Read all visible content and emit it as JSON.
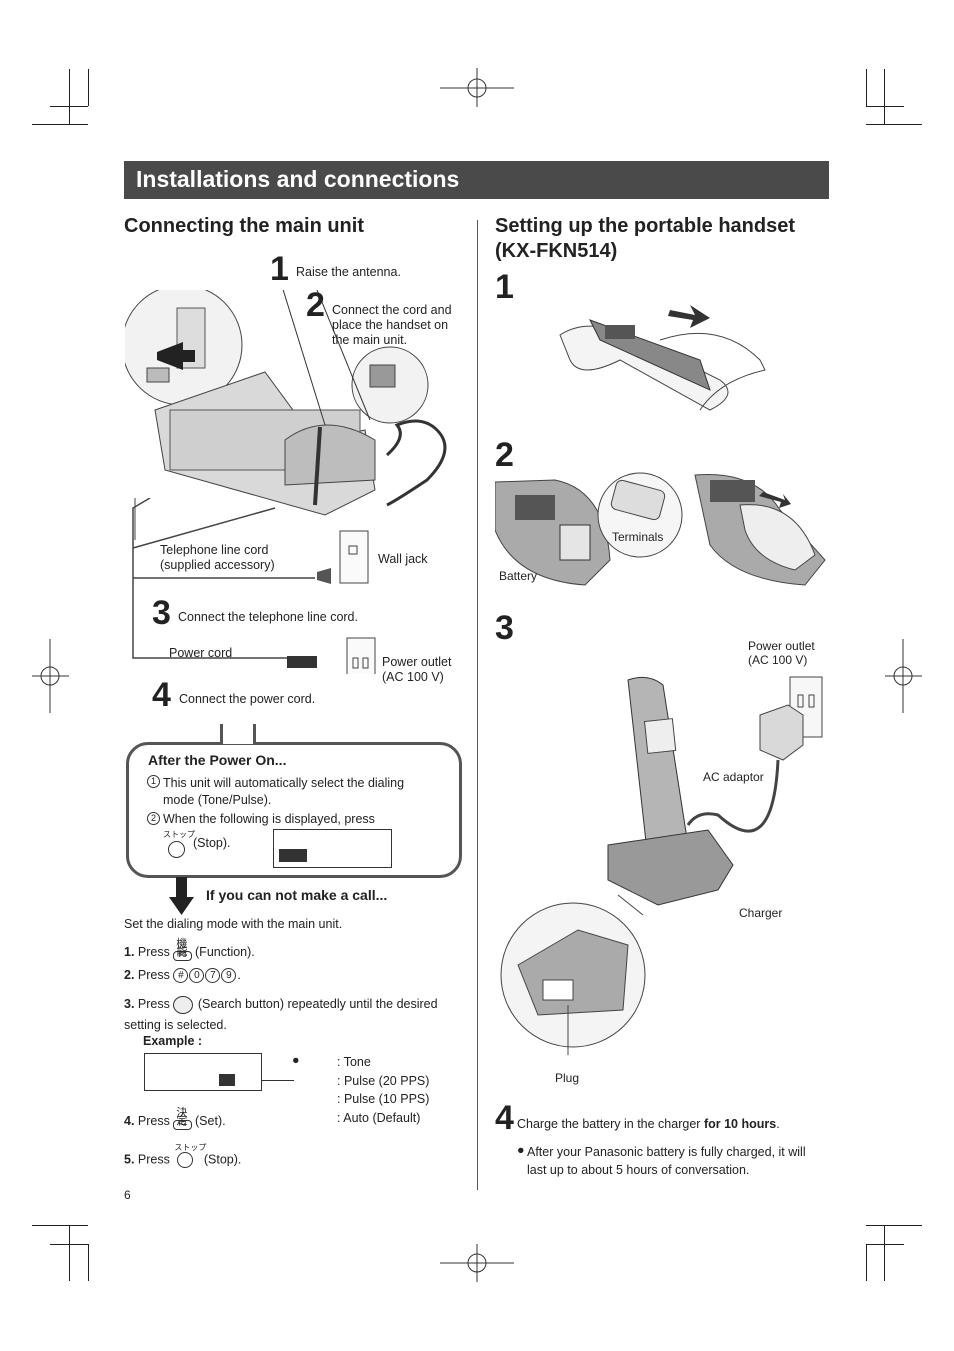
{
  "banner": {
    "title": "Installations and connections"
  },
  "left": {
    "heading": "Connecting the main unit",
    "steps": [
      {
        "num": "1",
        "text": "Raise the antenna."
      },
      {
        "num": "2",
        "text": "Connect the cord and place the handset on the main unit."
      },
      {
        "num": "3",
        "text": "Connect the telephone line cord."
      },
      {
        "num": "4",
        "text": "Connect the power cord."
      }
    ],
    "labels": {
      "telephone_line_cord": "Telephone line cord (supplied accessory)",
      "wall_jack": "Wall jack",
      "power_cord": "Power cord",
      "power_outlet": "Power outlet (AC 100 V)"
    },
    "after_power": {
      "title": "After the Power On...",
      "item1_num": "1",
      "item1": "This unit will automatically select the dialing mode (Tone/Pulse).",
      "item2_num": "2",
      "item2": "When the following is displayed, press",
      "stop_jp": "ストップ",
      "stop_label": "(Stop)."
    },
    "cannot_call": {
      "title": "If you can not make a call...",
      "intro": "Set the dialing mode with the main unit.",
      "step1_num": "1.",
      "step1_press": "Press",
      "step1_key_jp": "機能",
      "step1_key": "F3",
      "step1_after": "(Function).",
      "step2_num": "2.",
      "step2_press": "Press",
      "step2_keys": [
        "#",
        "0",
        "7",
        "9"
      ],
      "step2_after": ".",
      "step3_num": "3.",
      "step3_press": "Press",
      "step3_after": "(Search button) repeatedly until the desired setting is selected.",
      "example_label": "Example :",
      "bullet": "●",
      "options": [
        ": Tone",
        ": Pulse (20 PPS)",
        ": Pulse (10 PPS)",
        ": Auto (Default)"
      ],
      "step4_num": "4.",
      "step4_press": "Press",
      "step4_key_jp": "決定",
      "step4_key": "F3",
      "step4_after": "(Set).",
      "step5_num": "5.",
      "step5_press": "Press",
      "step5_key_jp": "ストップ",
      "step5_after": "(Stop)."
    }
  },
  "right": {
    "heading": "Setting up the portable handset (KX-FKN514)",
    "step_nums": [
      "1",
      "2",
      "3",
      "4"
    ],
    "labels": {
      "terminals": "Terminals",
      "battery": "Battery",
      "power_outlet": "Power outlet (AC 100 V)",
      "ac_adaptor": "AC adaptor",
      "charger": "Charger",
      "plug": "Plug"
    },
    "step4": {
      "text": "Charge the battery in the charger",
      "bold": "for 10 hours",
      "period": ".",
      "bullet": "●",
      "note": "After your Panasonic battery is fully charged, it will last up to about 5 hours of conversation."
    }
  },
  "footer": {
    "page_number": "6"
  }
}
